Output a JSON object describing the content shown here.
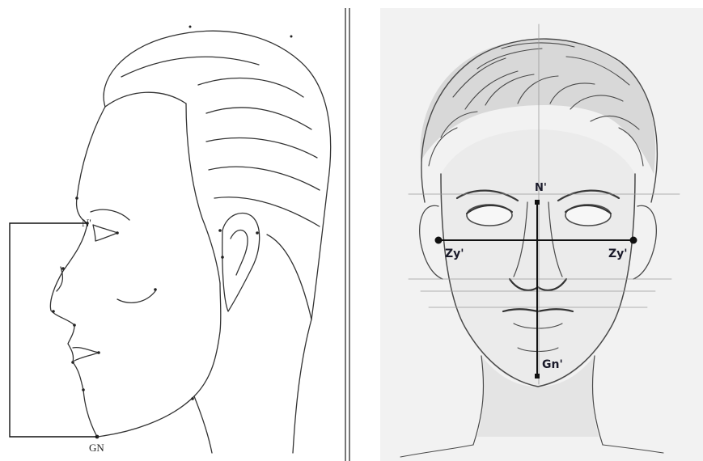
{
  "left_panel": {
    "labels": {
      "nasion": "N'",
      "gnathion": "GN"
    }
  },
  "right_panel": {
    "labels": {
      "nasion": "N'",
      "zygion_left": "Zy'",
      "zygion_right": "Zy'",
      "gnathion": "Gn'"
    }
  },
  "colors": {
    "line": "#333333",
    "measure_line": "#111111",
    "divider": "#555555",
    "sketch": "#4a4a4a"
  }
}
